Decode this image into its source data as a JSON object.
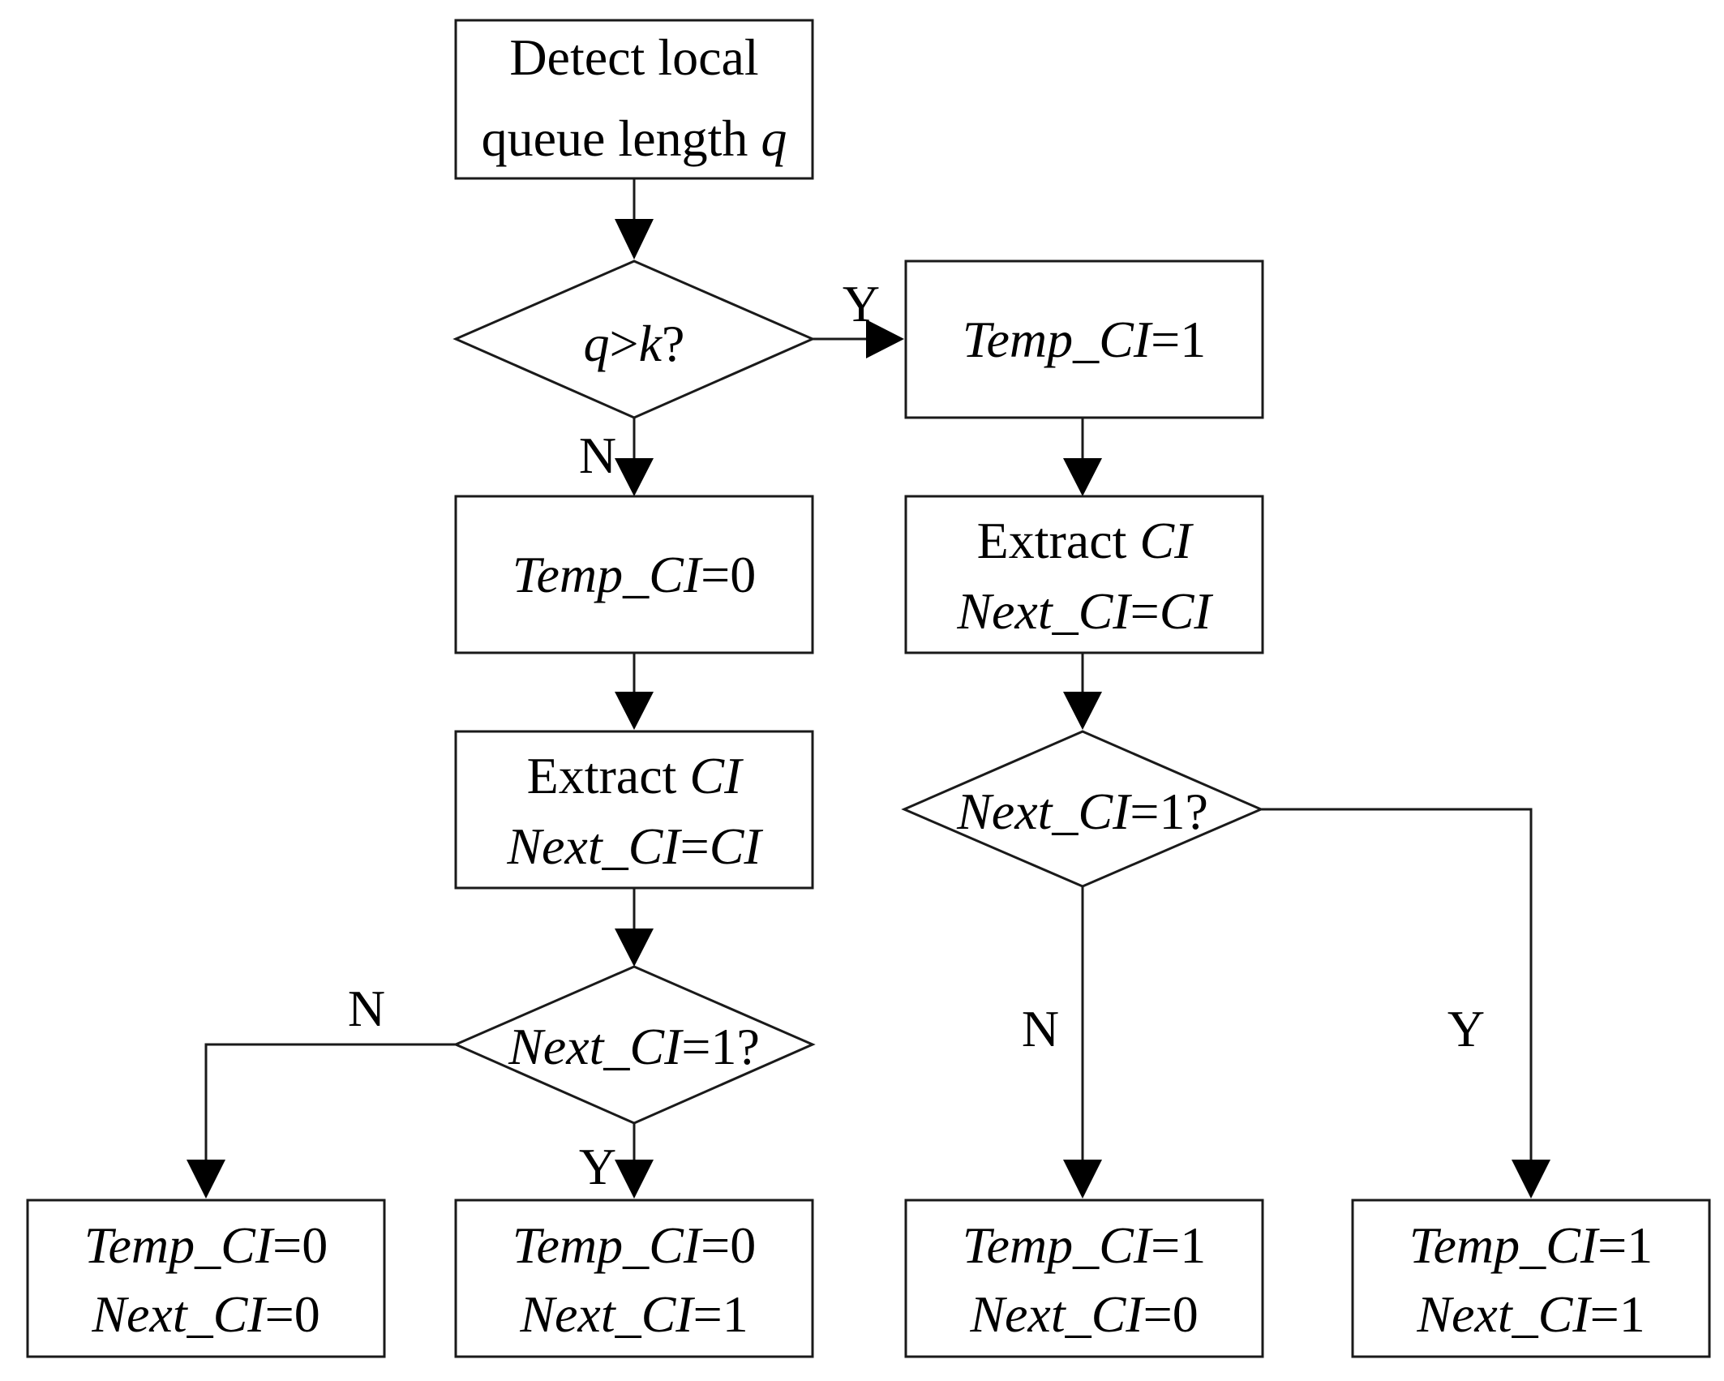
{
  "nodes": {
    "detect": {
      "line1": "Detect local",
      "line2_text": "queue length ",
      "line2_var": "q"
    },
    "decision_qk": {
      "var_q": "q",
      "op": ">",
      "var_k": "k",
      "suffix": "?"
    },
    "temp_ci_1": {
      "var": "Temp_CI",
      "eq": "=1"
    },
    "temp_ci_0": {
      "var": "Temp_CI",
      "eq": "=0"
    },
    "extract_right": {
      "word": "Extract ",
      "var": "CI",
      "line2_var1": "Next_CI",
      "line2_eq": "=",
      "line2_var2": "CI"
    },
    "extract_left": {
      "word": "Extract ",
      "var": "CI",
      "line2_var1": "Next_CI",
      "line2_eq": "=",
      "line2_var2": "CI"
    },
    "decision_right": {
      "var": "Next_CI",
      "eq": "=1?"
    },
    "decision_left": {
      "var": "Next_CI",
      "eq": "=1?"
    },
    "result_00": {
      "l1_var": "Temp_CI",
      "l1_eq": "=0",
      "l2_var": "Next_CI",
      "l2_eq": "=0"
    },
    "result_01": {
      "l1_var": "Temp_CI",
      "l1_eq": "=0",
      "l2_var": "Next_CI",
      "l2_eq": "=1"
    },
    "result_10": {
      "l1_var": "Temp_CI",
      "l1_eq": "=1",
      "l2_var": "Next_CI",
      "l2_eq": "=0"
    },
    "result_11": {
      "l1_var": "Temp_CI",
      "l1_eq": "=1",
      "l2_var": "Next_CI",
      "l2_eq": "=1"
    }
  },
  "labels": {
    "qk_yes": "Y",
    "qk_no": "N",
    "left_no": "N",
    "left_yes": "Y",
    "right_no": "N",
    "right_yes": "Y"
  }
}
